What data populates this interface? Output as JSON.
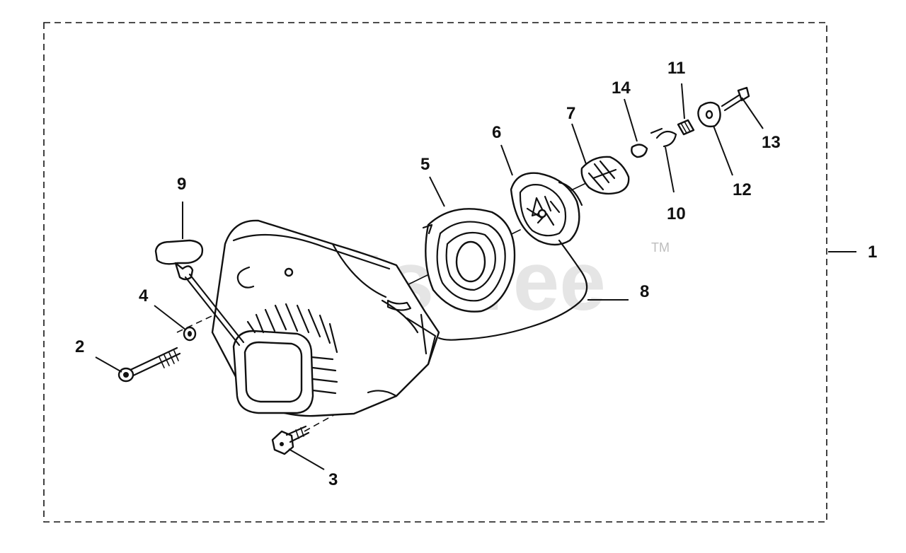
{
  "watermark": {
    "text": "PartsTree",
    "trademark": "TM"
  },
  "callouts": [
    {
      "id": "1",
      "label": "1"
    },
    {
      "id": "2",
      "label": "2"
    },
    {
      "id": "3",
      "label": "3"
    },
    {
      "id": "4",
      "label": "4"
    },
    {
      "id": "5",
      "label": "5"
    },
    {
      "id": "6",
      "label": "6"
    },
    {
      "id": "7",
      "label": "7"
    },
    {
      "id": "8",
      "label": "8"
    },
    {
      "id": "9",
      "label": "9"
    },
    {
      "id": "10",
      "label": "10"
    },
    {
      "id": "11",
      "label": "11"
    },
    {
      "id": "12",
      "label": "12"
    },
    {
      "id": "13",
      "label": "13"
    },
    {
      "id": "14",
      "label": "14"
    }
  ]
}
